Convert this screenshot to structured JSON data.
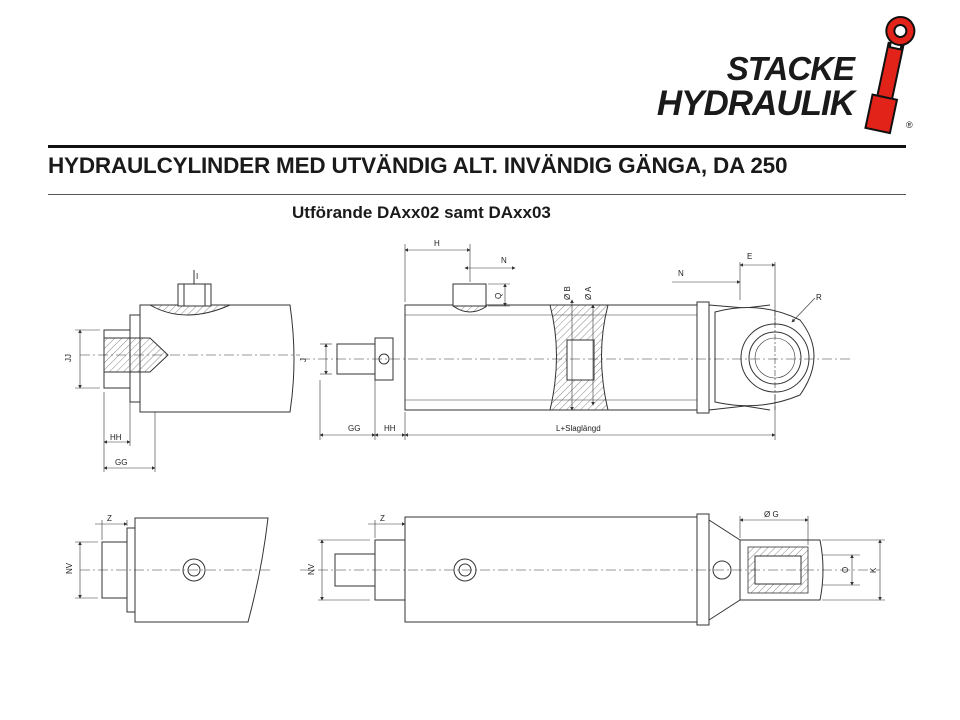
{
  "logo": {
    "line1": "STACKE",
    "line2": "HYDRAULIK",
    "registered": "®"
  },
  "title": "HYDRAULCYLINDER MED UTVÄNDIG ALT. INVÄNDIG GÄNGA, DA 250",
  "subtitle": "Utförande DAxx02 samt DAxx03",
  "colors": {
    "logo_red": "#e2231a",
    "ink": "#1a1a1a",
    "line": "#333333"
  },
  "dims": {
    "I": "I",
    "J": "J",
    "JJ": "JJ",
    "HH": "HH",
    "GG": "GG",
    "H": "H",
    "N": "N",
    "Q": "Q",
    "B": "Ø B",
    "A": "Ø A",
    "E": "E",
    "R": "R",
    "L": "L+Slaglängd",
    "Z": "Z",
    "NV": "NV",
    "G": "Ø G",
    "O": "O",
    "K": "K"
  }
}
